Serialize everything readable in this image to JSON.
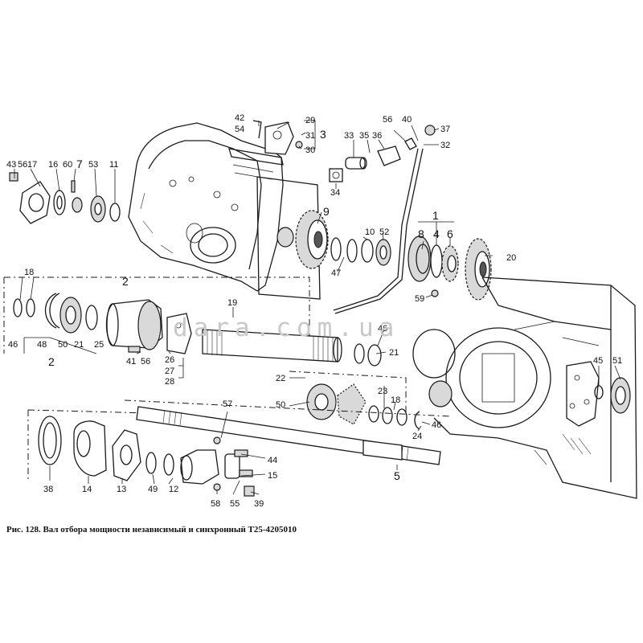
{
  "watermark": "dara.com.ua",
  "caption": "Рис.   128. Вал отбора мощности независимый и синхронный Т25-4205010",
  "callouts": [
    {
      "id": "c43",
      "text": "43"
    },
    {
      "id": "c56a",
      "text": "56"
    },
    {
      "id": "c17",
      "text": "17"
    },
    {
      "id": "c16",
      "text": "16"
    },
    {
      "id": "c60",
      "text": "60"
    },
    {
      "id": "c7",
      "text": "7"
    },
    {
      "id": "c53",
      "text": "53"
    },
    {
      "id": "c11",
      "text": "11"
    },
    {
      "id": "c42",
      "text": "42"
    },
    {
      "id": "c54",
      "text": "54"
    },
    {
      "id": "c29",
      "text": "29"
    },
    {
      "id": "c31",
      "text": "31"
    },
    {
      "id": "c3",
      "text": "3"
    },
    {
      "id": "c30",
      "text": "30"
    },
    {
      "id": "c33",
      "text": "33"
    },
    {
      "id": "c35",
      "text": "35"
    },
    {
      "id": "c36",
      "text": "36"
    },
    {
      "id": "c56b",
      "text": "56"
    },
    {
      "id": "c40",
      "text": "40"
    },
    {
      "id": "c37",
      "text": "37"
    },
    {
      "id": "c32",
      "text": "32"
    },
    {
      "id": "c34",
      "text": "34"
    },
    {
      "id": "c9",
      "text": "9"
    },
    {
      "id": "c1",
      "text": "1"
    },
    {
      "id": "c10",
      "text": "10"
    },
    {
      "id": "c52",
      "text": "52"
    },
    {
      "id": "c8",
      "text": "8"
    },
    {
      "id": "c4",
      "text": "4"
    },
    {
      "id": "c6",
      "text": "6"
    },
    {
      "id": "c20",
      "text": "20"
    },
    {
      "id": "c47",
      "text": "47"
    },
    {
      "id": "c59",
      "text": "59"
    },
    {
      "id": "c18a",
      "text": "18"
    },
    {
      "id": "c2a",
      "text": "2"
    },
    {
      "id": "c19",
      "text": "19"
    },
    {
      "id": "c46a",
      "text": "46"
    },
    {
      "id": "c48",
      "text": "48"
    },
    {
      "id": "c50a",
      "text": "50"
    },
    {
      "id": "c21a",
      "text": "21"
    },
    {
      "id": "c25",
      "text": "25"
    },
    {
      "id": "c2b",
      "text": "2"
    },
    {
      "id": "c41",
      "text": "41"
    },
    {
      "id": "c56c",
      "text": "56"
    },
    {
      "id": "c26",
      "text": "26"
    },
    {
      "id": "c27",
      "text": "27"
    },
    {
      "id": "c28",
      "text": "28"
    },
    {
      "id": "c46b",
      "text": "46"
    },
    {
      "id": "c21b",
      "text": "21"
    },
    {
      "id": "c22",
      "text": "22"
    },
    {
      "id": "c50b",
      "text": "50"
    },
    {
      "id": "c23",
      "text": "23"
    },
    {
      "id": "c18b",
      "text": "18"
    },
    {
      "id": "c24",
      "text": "24"
    },
    {
      "id": "c46c",
      "text": "46"
    },
    {
      "id": "c45",
      "text": "45"
    },
    {
      "id": "c51",
      "text": "51"
    },
    {
      "id": "c57",
      "text": "57"
    },
    {
      "id": "c44",
      "text": "44"
    },
    {
      "id": "c15",
      "text": "15"
    },
    {
      "id": "c5",
      "text": "5"
    },
    {
      "id": "c38",
      "text": "38"
    },
    {
      "id": "c14",
      "text": "14"
    },
    {
      "id": "c13",
      "text": "13"
    },
    {
      "id": "c49",
      "text": "49"
    },
    {
      "id": "c12",
      "text": "12"
    },
    {
      "id": "c58",
      "text": "58"
    },
    {
      "id": "c55",
      "text": "55"
    },
    {
      "id": "c39",
      "text": "39"
    }
  ]
}
